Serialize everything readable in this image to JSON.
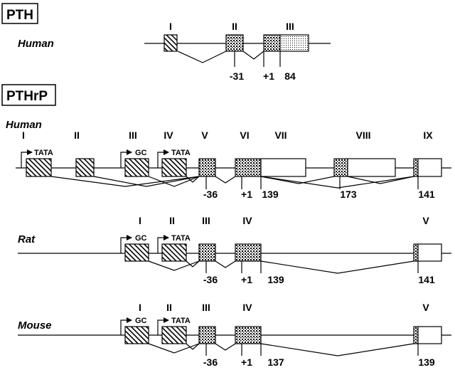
{
  "pth": {
    "title": "PTH",
    "human": {
      "species": "Human",
      "exons": [
        "I",
        "II",
        "III"
      ],
      "positions": [
        "-31",
        "+1",
        "84"
      ]
    }
  },
  "pthrp": {
    "title": "PTHrP",
    "human": {
      "species": "Human",
      "exons": [
        "I",
        "II",
        "III",
        "IV",
        "V",
        "VI",
        "VII",
        "VIII",
        "IX"
      ],
      "promoters": [
        "TATA",
        "GC",
        "TATA"
      ],
      "positions": [
        "-36",
        "+1",
        "139",
        "173",
        "141"
      ]
    },
    "rat": {
      "species": "Rat",
      "exons": [
        "I",
        "II",
        "III",
        "IV",
        "V"
      ],
      "promoters": [
        "GC",
        "TATA"
      ],
      "positions": [
        "-36",
        "+1",
        "139",
        "141"
      ]
    },
    "mouse": {
      "species": "Mouse",
      "exons": [
        "I",
        "II",
        "III",
        "IV",
        "V"
      ],
      "promoters": [
        "GC",
        "TATA"
      ],
      "positions": [
        "-36",
        "+1",
        "137",
        "139"
      ]
    }
  }
}
